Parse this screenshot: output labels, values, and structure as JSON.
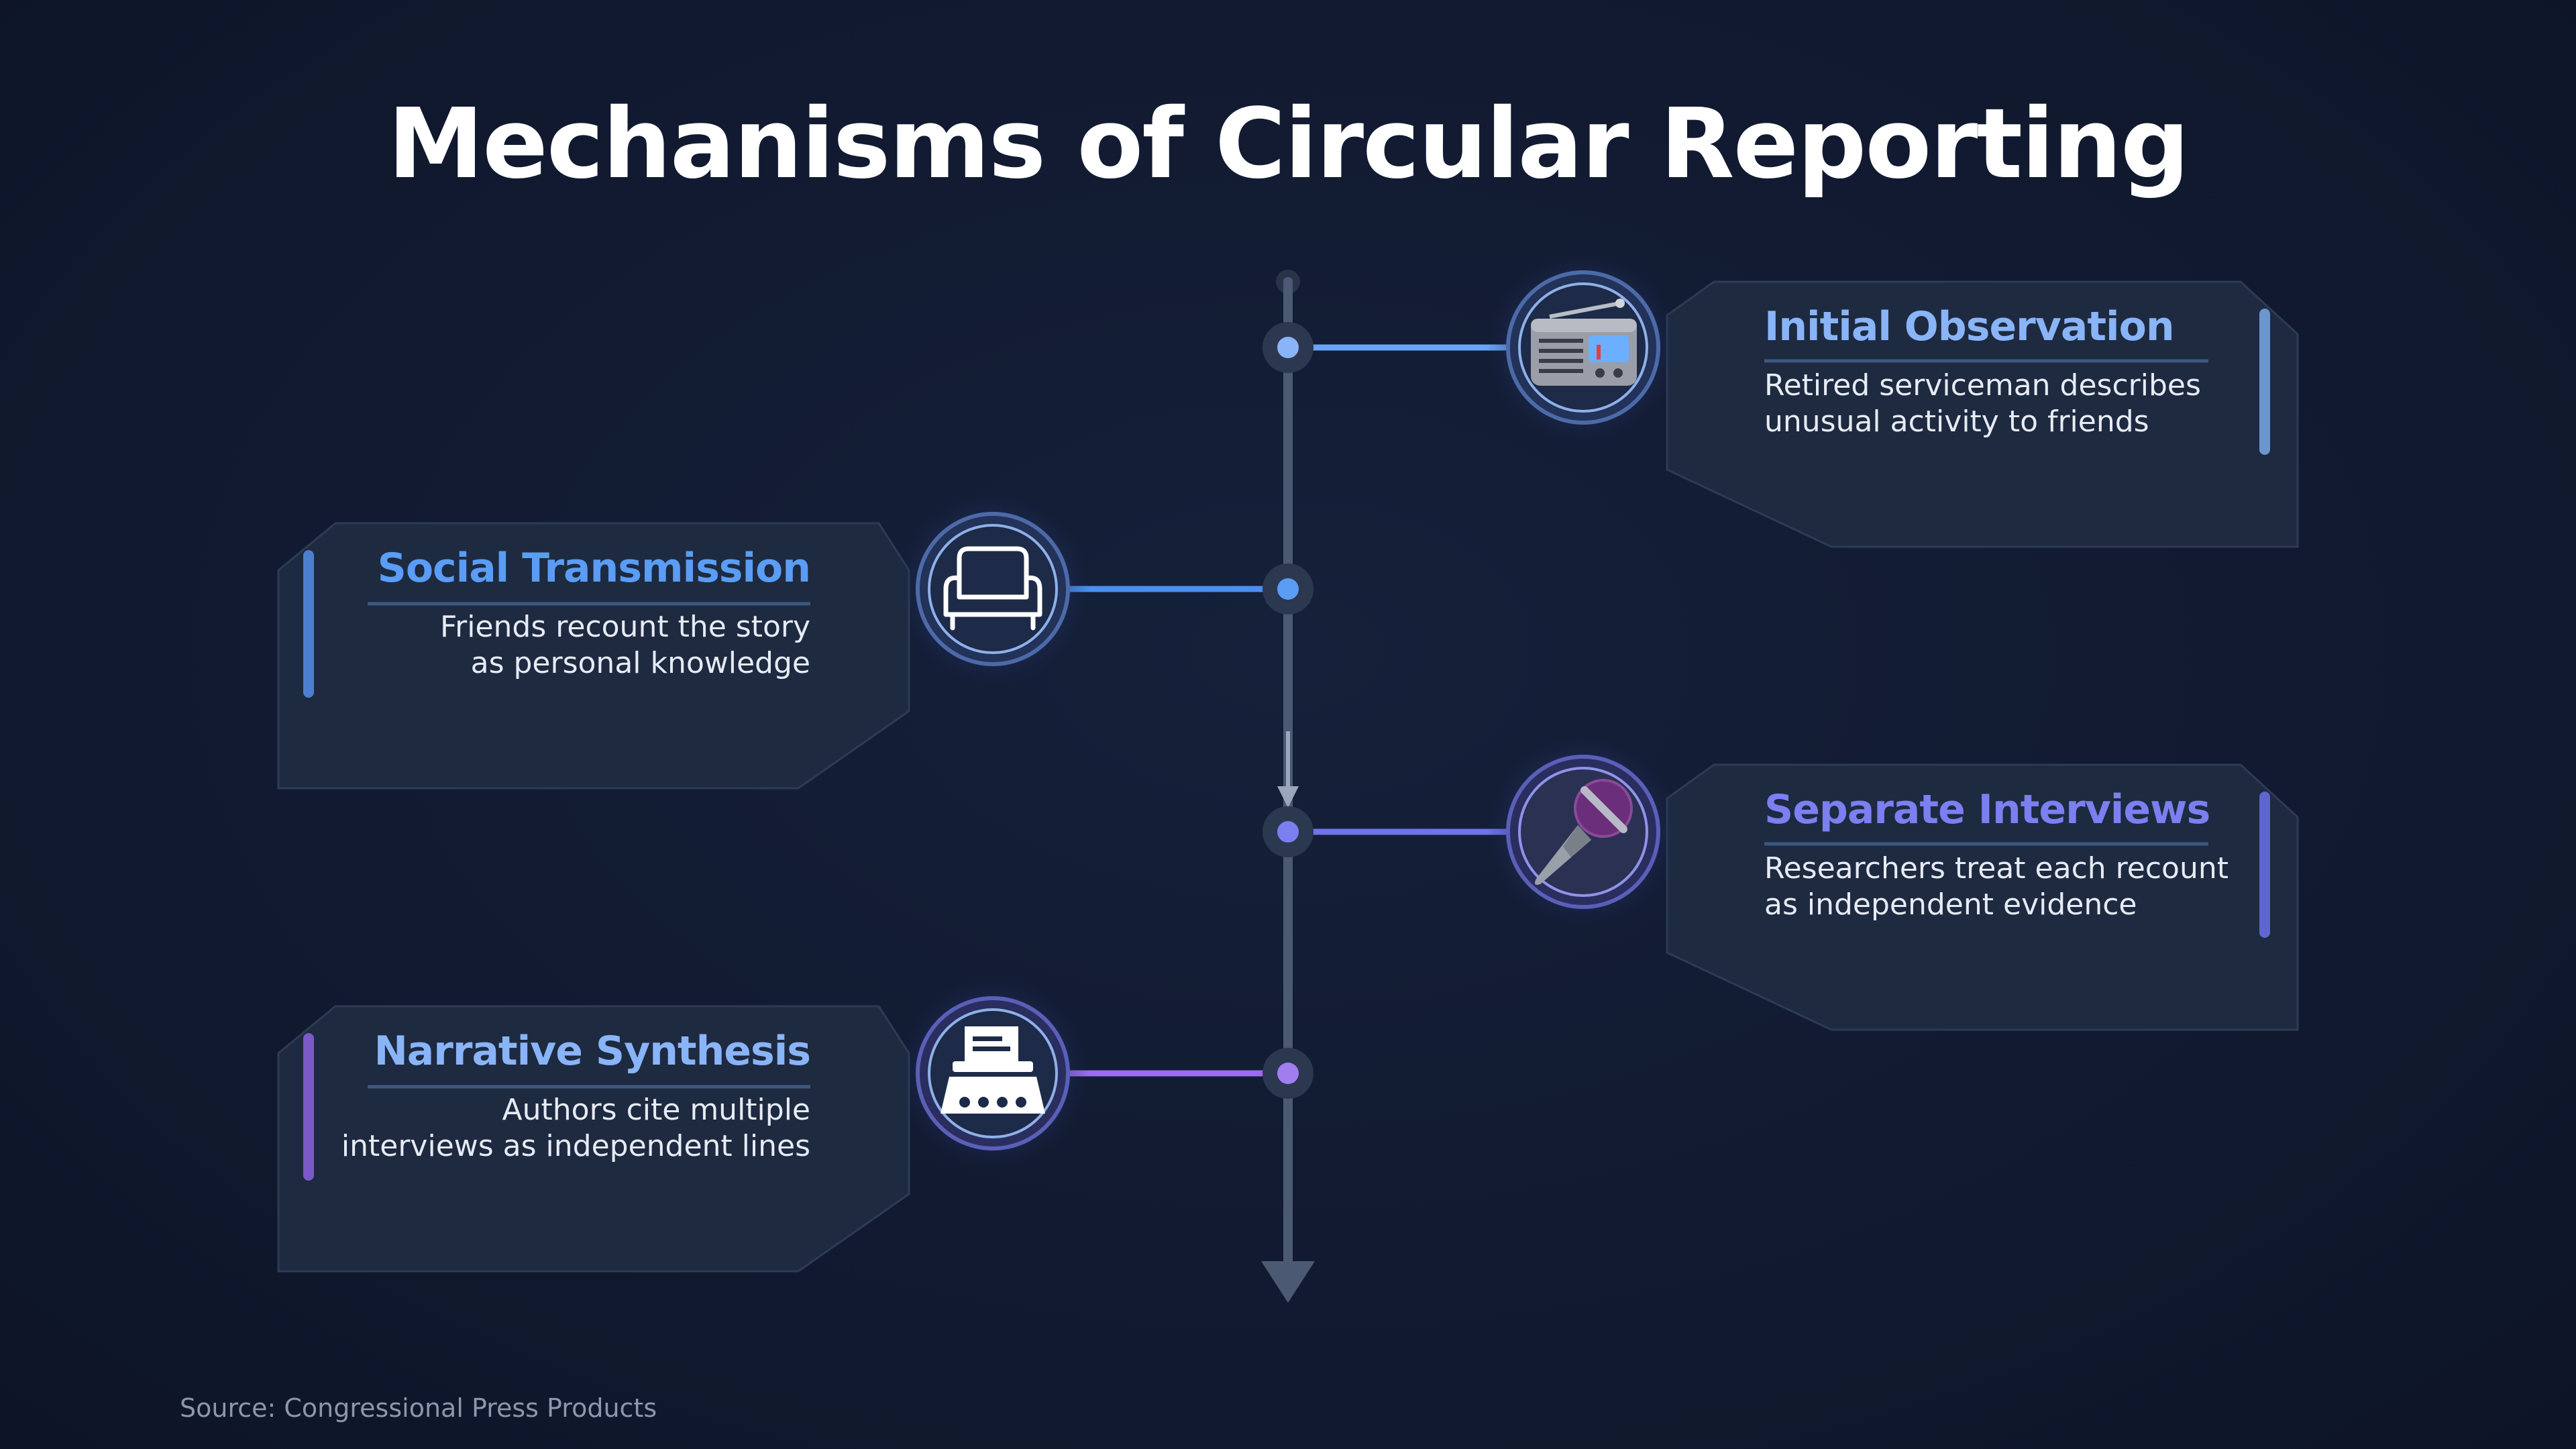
{
  "title": "Mechanisms of Circular Reporting",
  "source": "Source: Congressional Press Products",
  "steps": [
    {
      "title": "Initial Observation",
      "desc_line1": "Retired serviceman describes",
      "desc_line2": "unusual activity to friends",
      "icon": "radio-icon",
      "accent": "#8ab4f8",
      "side": "right"
    },
    {
      "title": "Social Transmission",
      "desc_line1": "Friends recount the story",
      "desc_line2": "as personal knowledge",
      "icon": "armchair-icon",
      "accent": "#5b9cf5",
      "side": "left"
    },
    {
      "title": "Separate Interviews",
      "desc_line1": "Researchers treat each recount",
      "desc_line2": "as independent evidence",
      "icon": "microphone-icon",
      "accent": "#7c7ff0",
      "side": "right"
    },
    {
      "title": "Narrative Synthesis",
      "desc_line1": "Authors cite multiple",
      "desc_line2": "interviews as independent lines",
      "icon": "typewriter-icon",
      "accent": "#a07ef0",
      "side": "left"
    }
  ]
}
